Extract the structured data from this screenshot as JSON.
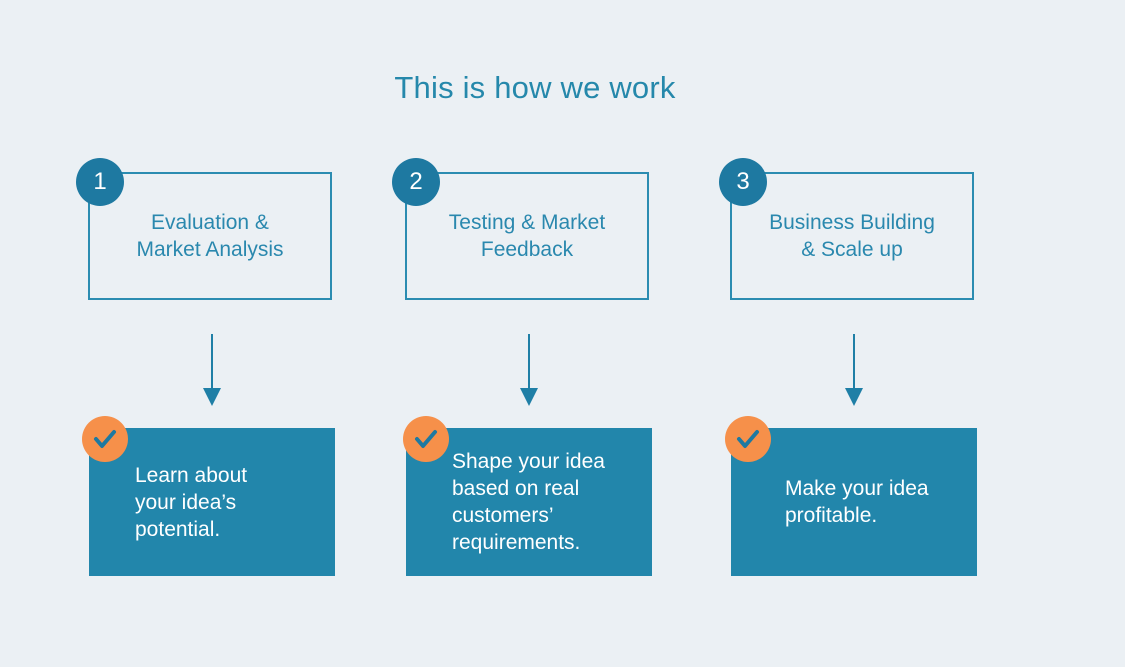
{
  "title": "This is how we work",
  "colors": {
    "background": "#ebf0f4",
    "primary": "#2286ab",
    "number_badge": "#1e79a1",
    "check_badge": "#f6904a"
  },
  "steps": [
    {
      "number": "1",
      "label": "Evaluation & Market Analysis",
      "result": "Learn about your idea’s potential."
    },
    {
      "number": "2",
      "label": "Testing & Market Feedback",
      "result": "Shape your idea based on real customers’ requirements."
    },
    {
      "number": "3",
      "label": "Business Building & Scale up",
      "result": "Make your idea profitable."
    }
  ],
  "icons": {
    "arrow": "arrow-down-icon",
    "check": "checkmark-icon"
  }
}
